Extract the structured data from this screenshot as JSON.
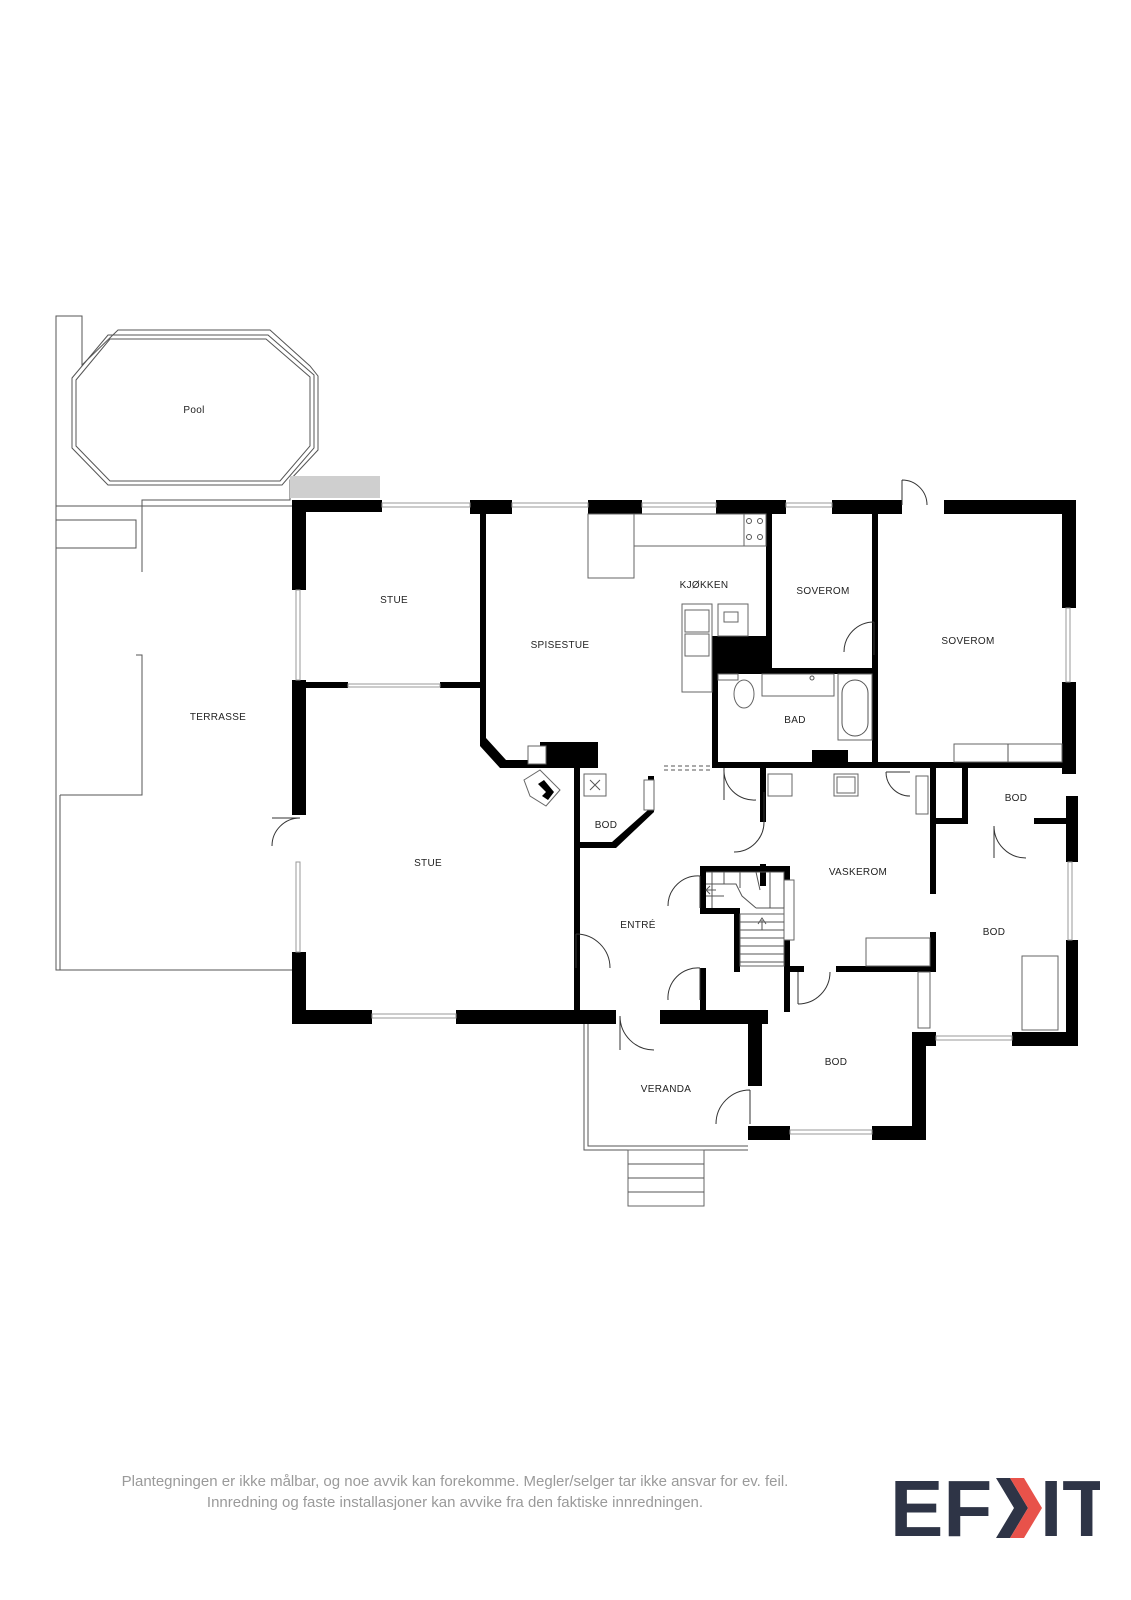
{
  "rooms": {
    "pool": "Pool",
    "terrasse": "TERRASSE",
    "stue_top": "STUE",
    "stue_main": "STUE",
    "spisestue": "SPISESTUE",
    "kjokken": "KJØKKEN",
    "soverom_small": "SOVEROM",
    "soverom_large": "SOVEROM",
    "bad": "BAD",
    "bod_small": "BOD",
    "bod_right_top": "BOD",
    "vaskerom": "VASKEROM",
    "entre": "ENTRÉ",
    "bod_right": "BOD",
    "bod_bottom": "BOD",
    "veranda": "VERANDA"
  },
  "footer": {
    "disclaimer_line1": "Plantegningen er ikke målbar, og noe avvik kan forekomme. Megler/selger tar ikke ansvar for ev. feil.",
    "disclaimer_line2": "Innredning og faste installasjoner kan avvike fra den faktiske innredningen."
  },
  "logo": {
    "left_text": "EF",
    "right_text": "IT",
    "text_color": "#2e3446",
    "accent_color": "#e8524a"
  }
}
